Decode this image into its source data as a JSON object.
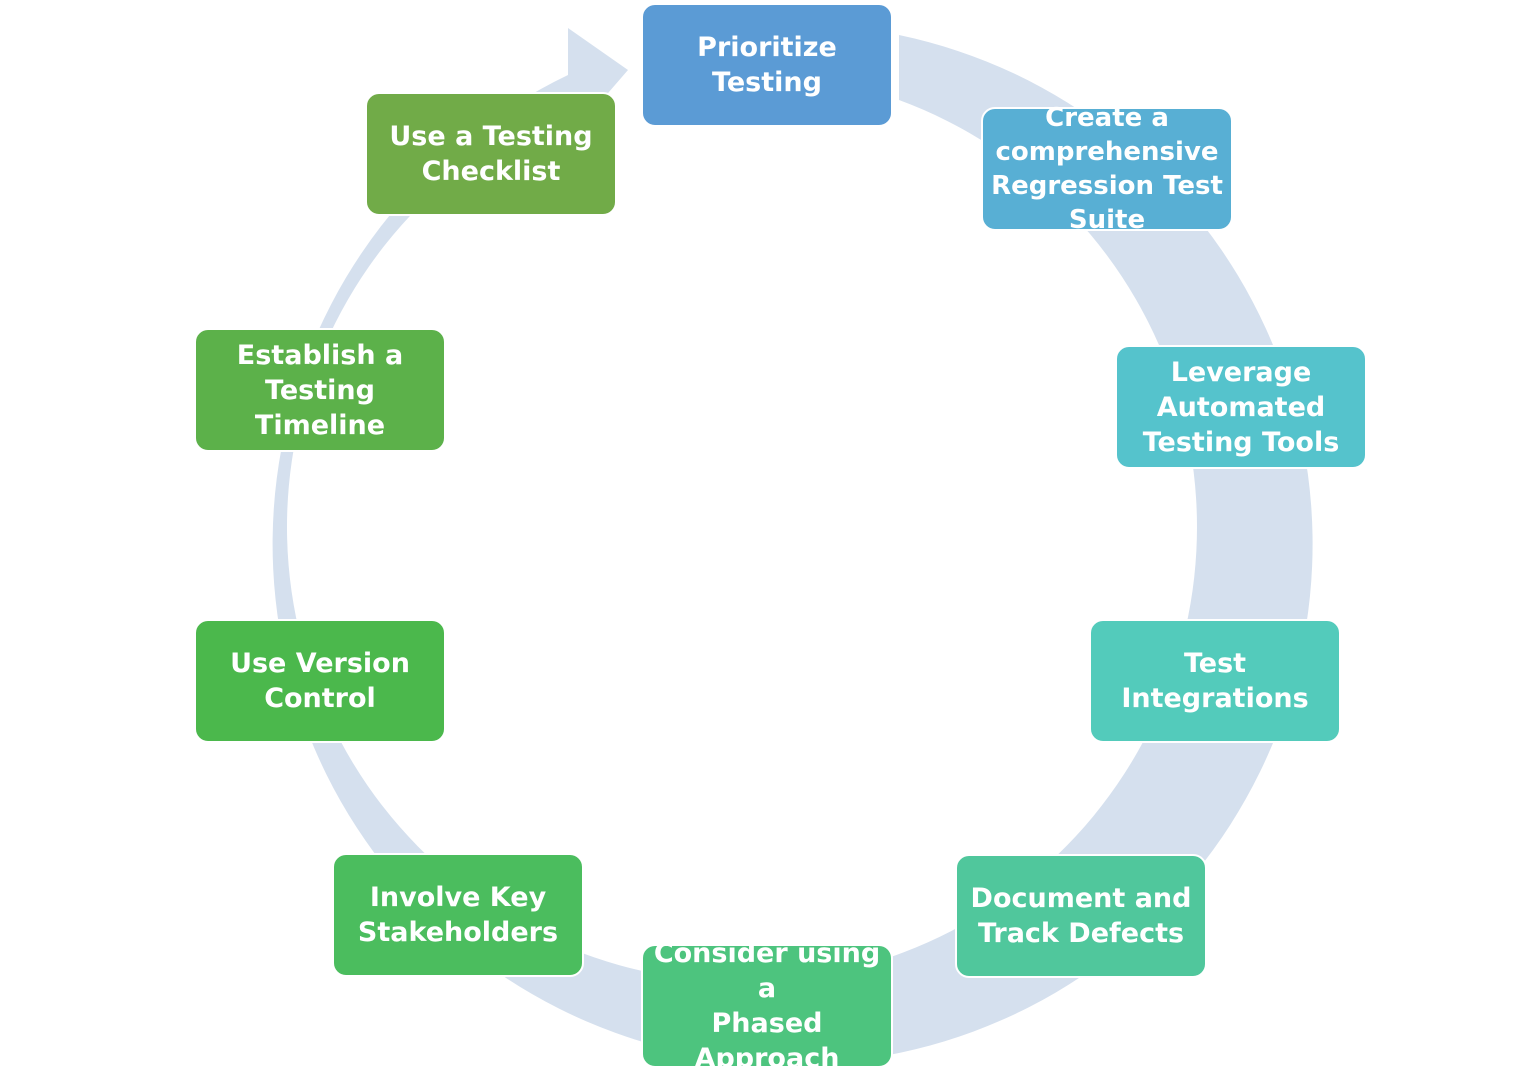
{
  "diagram": {
    "type": "cycle",
    "colors": {
      "ring": "#d5e0ee",
      "background": "#ffffff",
      "text": "#ffffff"
    },
    "steps": [
      {
        "label": "Prioritize\nTesting",
        "color": "#5b9bd5"
      },
      {
        "label": "Create a\ncomprehensive\nRegression Test\nSuite",
        "color": "#58afd4"
      },
      {
        "label": "Leverage\nAutomated\nTesting Tools",
        "color": "#55c3cc"
      },
      {
        "label": "Test Integrations",
        "color": "#53cbbb"
      },
      {
        "label": "Document and\nTrack Defects",
        "color": "#50c79c"
      },
      {
        "label": "Consider using a\nPhased\nApproach",
        "color": "#4dc47e"
      },
      {
        "label": "Involve Key\nStakeholders",
        "color": "#4bbd5e"
      },
      {
        "label": "Use Version\nControl",
        "color": "#4bb84c"
      },
      {
        "label": "Establish a\nTesting Timeline",
        "color": "#5cb14a"
      },
      {
        "label": "Use a Testing\nChecklist",
        "color": "#71ab48"
      }
    ]
  }
}
